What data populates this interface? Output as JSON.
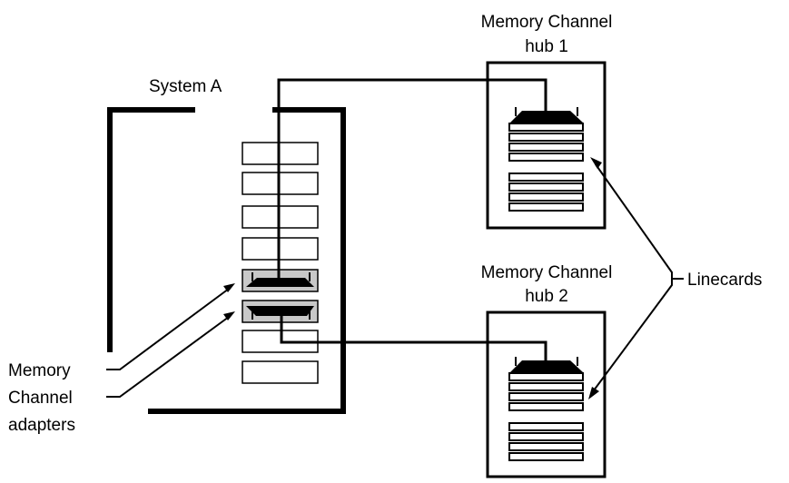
{
  "labels": {
    "system_a": "System A",
    "hub1_line1": "Memory Channel",
    "hub1_line2": "hub 1",
    "hub2_line1": "Memory Channel",
    "hub2_line2": "hub 2",
    "linecards": "Linecards",
    "adapters_line1": "Memory",
    "adapters_line2": "Channel",
    "adapters_line3": "adapters"
  },
  "colors": {
    "line": "#000000",
    "adapter_fill": "#c8c8c8",
    "background": "#ffffff"
  }
}
